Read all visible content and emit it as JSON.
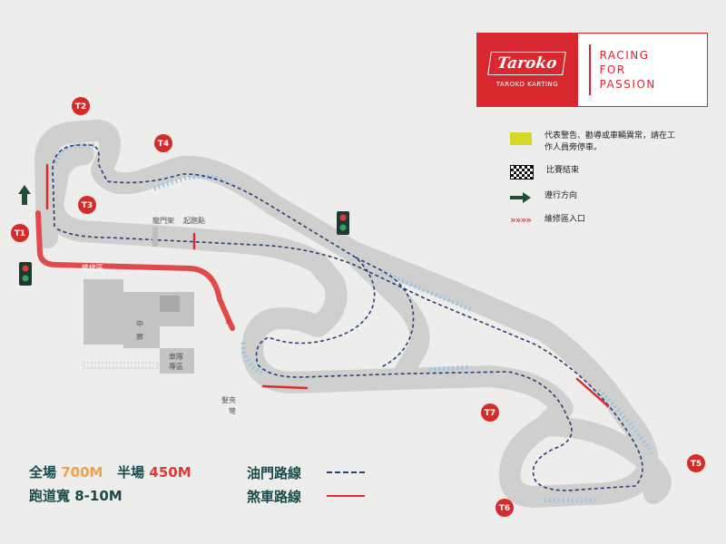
{
  "brand": {
    "logo_text": "Taroko",
    "sub_text": "TAROKO KARTING",
    "slogan": [
      "RACING",
      "FOR",
      "PASSION"
    ]
  },
  "legend": [
    {
      "symbol": "yellow-flag",
      "text": "代表警告、勸導或車輛異常，請在工作人員旁停車。"
    },
    {
      "symbol": "checkered-flag",
      "text": "比賽結束"
    },
    {
      "symbol": "direction-arrow",
      "text": "遵行方向"
    },
    {
      "symbol": "pit-entrance-chevrons",
      "text": "維修區入口"
    }
  ],
  "turns": [
    "T1",
    "T2",
    "T3",
    "T4",
    "T5",
    "T6",
    "T7"
  ],
  "track_labels": {
    "pit_lane": "維修區",
    "gate": "龍門架",
    "start_point": "起跑點",
    "middle": "中",
    "corridor": "廊",
    "hairpin_1": "髮夾",
    "hairpin_2": "彎",
    "building_1": "車隊",
    "building_2": "專區"
  },
  "stats": {
    "full_label": "全場",
    "full_value": "700M",
    "half_label": "半場",
    "half_value": "450M",
    "width_label": "跑道寬",
    "width_value": "8-10M"
  },
  "line_legend": {
    "throttle": "油門路線",
    "brake": "煞車路線"
  },
  "colors": {
    "brand_red": "#d9282f",
    "track": "#cfcfce",
    "kerb": "#8fc3e6",
    "throttle_line": "#2a3f7a",
    "brake_line": "#e02b2b",
    "pit_lane": "#e04a4a",
    "warning_yellow": "#d4d92a",
    "orange_value": "#f0a04b",
    "background": "#ededec"
  }
}
